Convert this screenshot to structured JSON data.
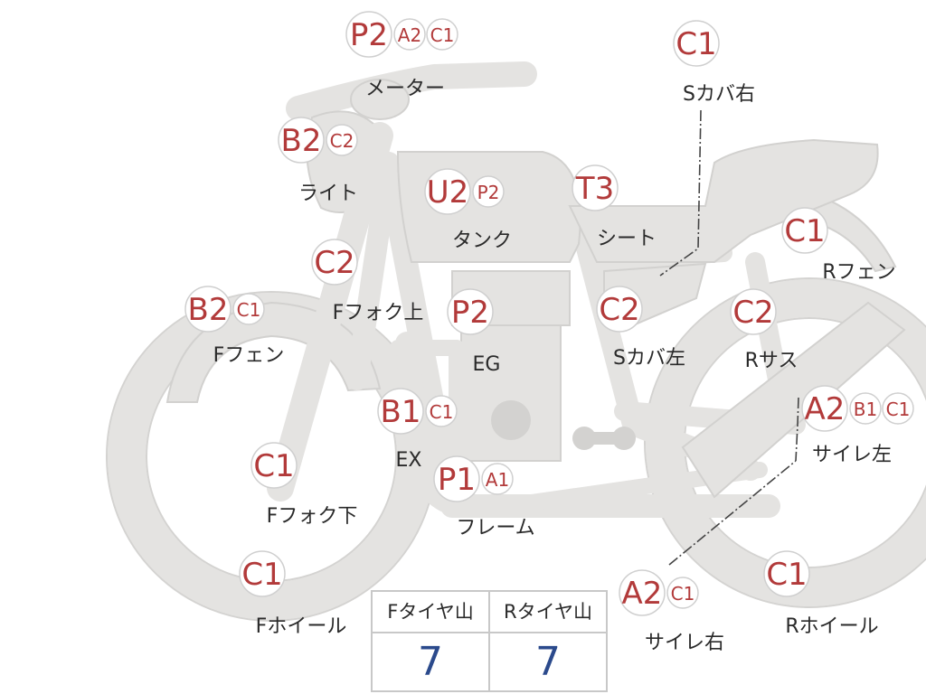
{
  "parts": [
    {
      "id": "meter",
      "label": "メーター",
      "grades": [
        "P2",
        "A2",
        "C1"
      ]
    },
    {
      "id": "side-cover-right",
      "label": "Sカバ右",
      "grades": [
        "C1"
      ]
    },
    {
      "id": "light",
      "label": "ライト",
      "grades": [
        "B2",
        "C2"
      ]
    },
    {
      "id": "tank",
      "label": "タンク",
      "grades": [
        "U2",
        "P2"
      ]
    },
    {
      "id": "seat",
      "label": "シート",
      "grades": [
        "T3"
      ]
    },
    {
      "id": "rear-fender",
      "label": "Rフェン",
      "grades": [
        "C1"
      ]
    },
    {
      "id": "front-fork-upper",
      "label": "Fフォク上",
      "grades": [
        "C2"
      ]
    },
    {
      "id": "front-fender",
      "label": "Fフェン",
      "grades": [
        "B2",
        "C1"
      ]
    },
    {
      "id": "engine",
      "label": "EG",
      "grades": [
        "P2"
      ]
    },
    {
      "id": "side-cover-left",
      "label": "Sカバ左",
      "grades": [
        "C2"
      ]
    },
    {
      "id": "rear-suspension",
      "label": "Rサス",
      "grades": [
        "C2"
      ]
    },
    {
      "id": "exhaust",
      "label": "EX",
      "grades": [
        "B1",
        "C1"
      ]
    },
    {
      "id": "muffler-left",
      "label": "サイレ左",
      "grades": [
        "A2",
        "B1",
        "C1"
      ]
    },
    {
      "id": "front-fork-lower",
      "label": "Fフォク下",
      "grades": [
        "C1"
      ]
    },
    {
      "id": "frame",
      "label": "フレーム",
      "grades": [
        "P1",
        "A1"
      ]
    },
    {
      "id": "front-wheel",
      "label": "Fホイール",
      "grades": [
        "C1"
      ]
    },
    {
      "id": "muffler-right",
      "label": "サイレ右",
      "grades": [
        "A2",
        "C1"
      ]
    },
    {
      "id": "rear-wheel",
      "label": "Rホイール",
      "grades": [
        "C1"
      ]
    }
  ],
  "tire_tread": {
    "front_label": "Fタイヤ山",
    "front_value": "7",
    "rear_label": "Rタイヤ山",
    "rear_value": "7"
  },
  "colors": {
    "badge_text": "#b23a3a",
    "tread_value": "#2b4a8c",
    "part_fill": "#e4e3e1"
  }
}
